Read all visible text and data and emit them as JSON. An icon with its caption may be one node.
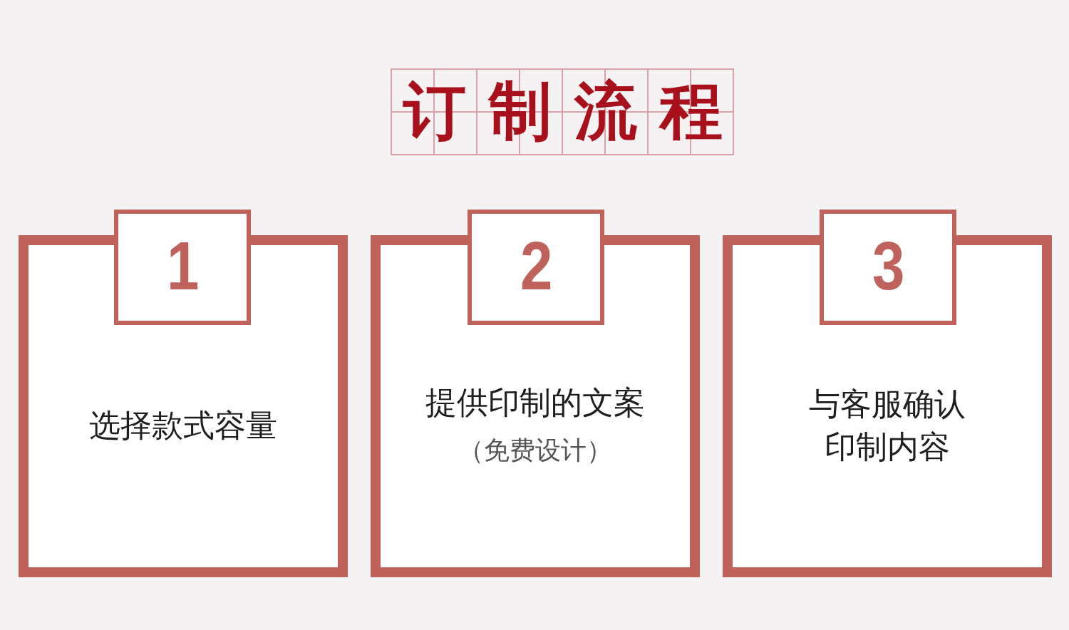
{
  "diagram": {
    "title": "订制流程",
    "nodes": [
      {
        "text": [
          "1",
          "选择款式容量"
        ]
      },
      {
        "text": [
          "2",
          "提供印制的文案",
          "（免费设计）"
        ]
      },
      {
        "text": [
          "3",
          "与客服确认印制内容"
        ]
      }
    ]
  }
}
